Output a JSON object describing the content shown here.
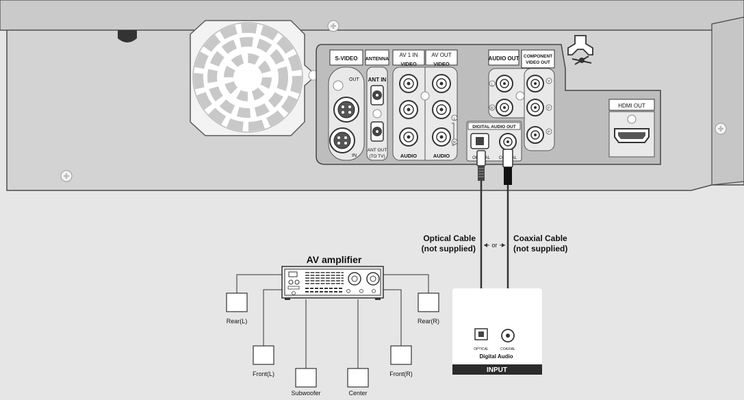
{
  "panel": {
    "svideo": {
      "title": "S-VIDEO",
      "out": "OUT",
      "in": "IN"
    },
    "antenna": {
      "title": "ANTENNA",
      "ant_in": "ANT IN",
      "ant_out": "ANT OUT",
      "to_tv": "(TO TV)"
    },
    "av1_in": {
      "title": "AV 1 IN",
      "video": "VIDEO",
      "audio": "AUDIO"
    },
    "av_out": {
      "title": "AV OUT",
      "video": "VIDEO",
      "audio": "AUDIO"
    },
    "audio_out": {
      "title": "AUDIO OUT",
      "l": "L",
      "r": "R"
    },
    "component": {
      "title_line1": "COMPONENT",
      "title_line2": "VIDEO OUT",
      "y": "Y",
      "pb": "P",
      "pr": "P"
    },
    "av_lr": {
      "l": "L",
      "r": "R"
    },
    "digital_audio_out": {
      "title": "DIGITAL AUDIO OUT",
      "optical": "OPTICAL",
      "coaxial": "COAXIAL"
    },
    "hdmi": {
      "title": "HDMI OUT"
    }
  },
  "cables": {
    "optical_line1": "Optical Cable",
    "optical_line2": "(not supplied)",
    "or": "or",
    "coaxial_line1": "Coaxial Cable",
    "coaxial_line2": "(not supplied)"
  },
  "amplifier": {
    "title": "AV amplifier",
    "speakers": {
      "rear_left": "Rear(L)",
      "rear_right": "Rear(R)",
      "front_left": "Front(L)",
      "front_right": "Front(R)",
      "subwoofer": "Subwoofer",
      "center": "Center"
    }
  },
  "input_box": {
    "optical": "OPTICAL",
    "coaxial": "COAXIAL",
    "digital_audio": "Digital Audio",
    "input": "INPUT"
  },
  "colors": {
    "background": "#e6e6e6",
    "panel": "#d2d2d2",
    "jack_panel": "#bdbdbd",
    "label_box": "#ffffff",
    "input_bar": "#2b2b2b"
  }
}
